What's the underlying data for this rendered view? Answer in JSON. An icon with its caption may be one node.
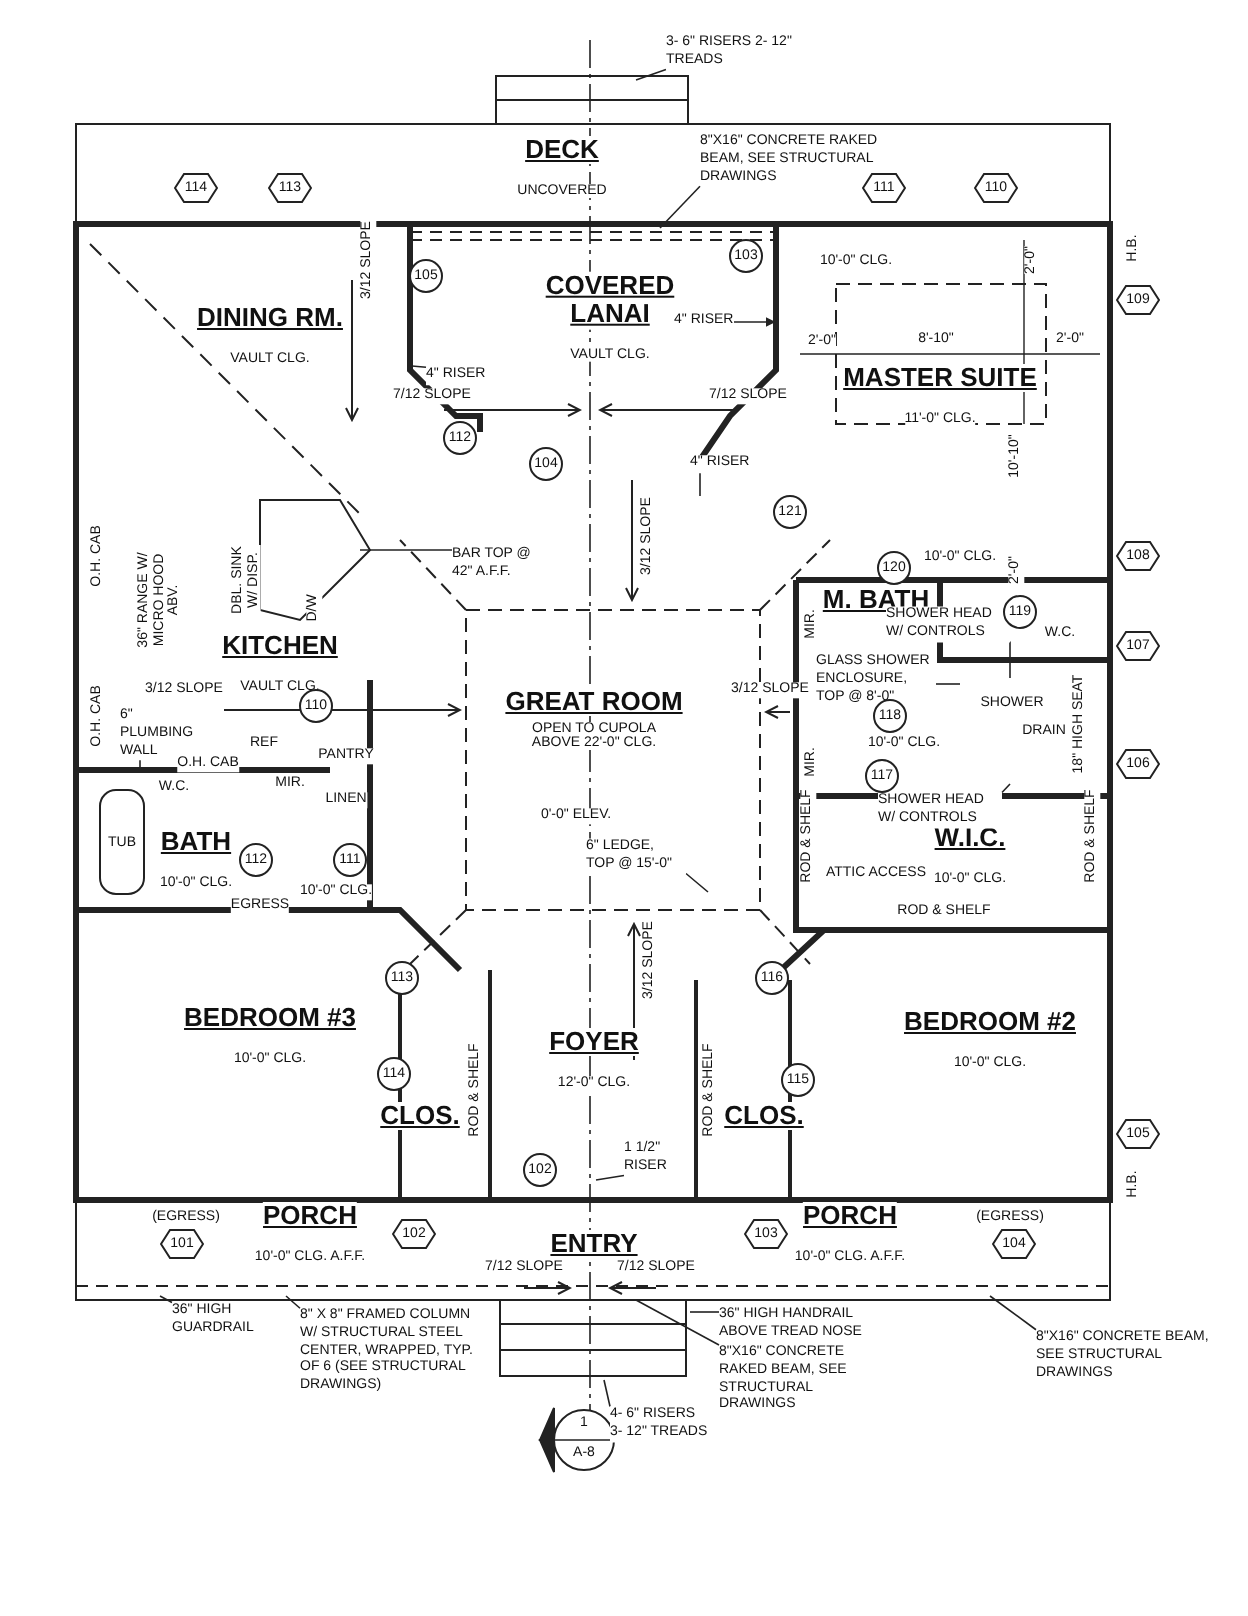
{
  "diagram": {
    "nodes": [
      {
        "text": [
          "DECK",
          "UNCOVERED"
        ]
      },
      {
        "text": [
          "COVERED LANAI",
          "VAULT CLG."
        ]
      },
      {
        "text": [
          "DINING RM.",
          "VAULT CLG."
        ]
      },
      {
        "text": [
          "MASTER SUITE",
          "11'-0\" CLG."
        ]
      },
      {
        "text": [
          "KITCHEN",
          "VAULT CLG."
        ]
      },
      {
        "text": [
          "GREAT ROOM",
          "OPEN TO CUPOLA ABOVE 22'-0\" CLG."
        ]
      },
      {
        "text": [
          "M. BATH"
        ]
      },
      {
        "text": [
          "BATH",
          "10'-0\" CLG."
        ]
      },
      {
        "text": [
          "W.I.C.",
          "10'-0\" CLG."
        ]
      },
      {
        "text": [
          "BEDROOM #3",
          "10'-0\" CLG."
        ]
      },
      {
        "text": [
          "FOYER",
          "12'-0\" CLG."
        ]
      },
      {
        "text": [
          "BEDROOM #2",
          "10'-0\" CLG."
        ]
      },
      {
        "text": [
          "CLOS."
        ]
      },
      {
        "text": [
          "CLOS."
        ]
      },
      {
        "text": [
          "PORCH",
          "10'-0\" CLG. A.F.F."
        ]
      },
      {
        "text": [
          "ENTRY"
        ]
      },
      {
        "text": [
          "PORCH",
          "10'-0\" CLG. A.F.F."
        ]
      },
      {
        "text": [
          "3- 6\" RISERS 2- 12\" TREADS"
        ]
      },
      {
        "text": [
          "8\"X16\" CONCRETE RAKED BEAM, SEE STRUCTURAL DRAWINGS"
        ]
      },
      {
        "text": [
          "4\" RISER"
        ]
      },
      {
        "text": [
          "4\" RISER"
        ]
      },
      {
        "text": [
          "4\" RISER"
        ]
      },
      {
        "text": [
          "BAR TOP @ 42\" A.F.F."
        ]
      },
      {
        "text": [
          "6\" PLUMBING WALL"
        ]
      },
      {
        "text": [
          "SHOWER HEAD W/ CONTROLS"
        ]
      },
      {
        "text": [
          "GLASS SHOWER ENCLOSURE, TOP @ 8'-0\""
        ]
      },
      {
        "text": [
          "SHOWER HEAD W/ CONTROLS"
        ]
      },
      {
        "text": [
          "6\" LEDGE, TOP @ 15'-0\""
        ]
      },
      {
        "text": [
          "1 1/2\" RISER"
        ]
      },
      {
        "text": [
          "36\" HIGH GUARDRAIL"
        ]
      },
      {
        "text": [
          "8\" X 8\" FRAMED COLUMN W/ STRUCTURAL STEEL CENTER, WRAPPED, TYP. OF 6 (SEE STRUCTURAL DRAWINGS)"
        ]
      },
      {
        "text": [
          "36\" HIGH HANDRAIL ABOVE TREAD NOSE"
        ]
      },
      {
        "text": [
          "8\"X16\" CONCRETE RAKED BEAM, SEE STRUCTURAL DRAWINGS"
        ]
      },
      {
        "text": [
          "4- 6\" RISERS 3- 12\" TREADS"
        ]
      },
      {
        "text": [
          "8\"X16\" CONCRETE BEAM, SEE STRUCTURAL DRAWINGS"
        ]
      }
    ],
    "edges": [
      {
        "from": 17,
        "to": null,
        "arrow": "none"
      },
      {
        "from": 18,
        "to": null,
        "arrow": "none"
      },
      {
        "from": 19,
        "to": null,
        "arrow": "to"
      },
      {
        "from": 20,
        "to": null,
        "arrow": "none"
      },
      {
        "from": 21,
        "to": null,
        "arrow": "none"
      },
      {
        "from": 22,
        "to": null,
        "arrow": "none"
      },
      {
        "from": 23,
        "to": null,
        "arrow": "none"
      },
      {
        "from": 24,
        "to": null,
        "arrow": "none"
      },
      {
        "from": 25,
        "to": null,
        "arrow": "none"
      },
      {
        "from": 26,
        "to": null,
        "arrow": "none"
      },
      {
        "from": 27,
        "to": null,
        "arrow": "none"
      },
      {
        "from": 28,
        "to": null,
        "arrow": "none"
      },
      {
        "from": 29,
        "to": null,
        "arrow": "none"
      },
      {
        "from": 30,
        "to": null,
        "arrow": "none"
      },
      {
        "from": 31,
        "to": null,
        "arrow": "none"
      },
      {
        "from": 32,
        "to": null,
        "arrow": "none"
      },
      {
        "from": 33,
        "to": null,
        "arrow": "none"
      },
      {
        "from": 34,
        "to": null,
        "arrow": "none"
      }
    ],
    "labels": [
      "114",
      "113",
      "111",
      "110",
      "3/12 SLOPE",
      "105",
      "103",
      "10'-0\" CLG.",
      "2'-0\"",
      "H.B.",
      "109",
      "2'-0\"",
      "8'-10\"",
      "2'-0\"",
      "7/12 SLOPE",
      "7/12 SLOPE",
      "112",
      "104",
      "10'-10\"",
      "O.H. CAB",
      "3/12 SLOPE",
      "121",
      "120",
      "10'-0\" CLG.",
      "2'-0\"",
      "108",
      "36\" RANGE W/ MICRO HOOD ABV.",
      "DBL. SINK W/ DISP.",
      "D/W",
      "MIR.",
      "119",
      "W.C.",
      "107",
      "O.H. CAB",
      "3/12 SLOPE",
      "110",
      "3/12 SLOPE",
      "118",
      "SHOWER",
      "DRAIN",
      "18\" HIGH SEAT",
      "O.H. CAB",
      "REF",
      "PANTRY",
      "MIR.",
      "10'-0\" CLG.",
      "117",
      "106",
      "W.C.",
      "MIR.",
      "LINEN",
      "0'-0\" ELEV.",
      "TUB",
      "112",
      "111",
      "ROD & SHELF",
      "ATTIC ACCESS",
      "ROD & SHELF",
      "EGRESS",
      "10'-0\" CLG.",
      "ROD & SHELF",
      "113",
      "3/12 SLOPE",
      "116",
      "114",
      "ROD & SHELF",
      "ROD & SHELF",
      "115",
      "105",
      "102",
      "H.B.",
      "(EGRESS)",
      "(EGRESS)",
      "101",
      "102",
      "103",
      "104",
      "7/12 SLOPE",
      "7/12 SLOPE",
      "1",
      "A-8"
    ]
  }
}
